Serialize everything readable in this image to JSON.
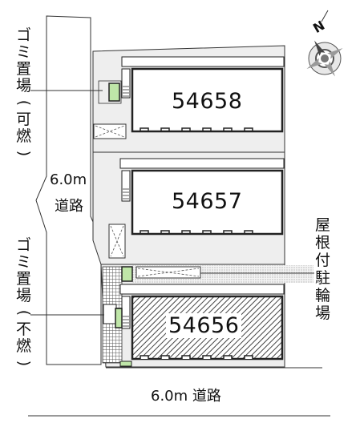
{
  "map": {
    "buildings": [
      {
        "id": "54658"
      },
      {
        "id": "54657"
      },
      {
        "id": "54656"
      }
    ],
    "roads": {
      "west": {
        "distance": "6.0m",
        "name": "道路"
      },
      "south": {
        "label": "6.0m 道路"
      }
    },
    "labels": {
      "garbage_burnable": [
        "ゴ",
        "ミ",
        "置",
        "場",
        "(",
        "可",
        "燃",
        ")"
      ],
      "garbage_nonburnable": [
        "ゴ",
        "ミ",
        "置",
        "場",
        "(",
        "不",
        "燃",
        ")"
      ],
      "bicycle_parking": [
        "屋",
        "根",
        "付",
        "駐",
        "輪",
        "場"
      ]
    },
    "compass": {
      "north": "N",
      "icon": "compass-rose-icon"
    },
    "colors": {
      "site": "#eeeeee",
      "building_fill": "#ffffff",
      "outline": "#222222",
      "garbage_box": "#bfe6a8",
      "hatch": "#333333",
      "road": "#ffffff"
    }
  }
}
